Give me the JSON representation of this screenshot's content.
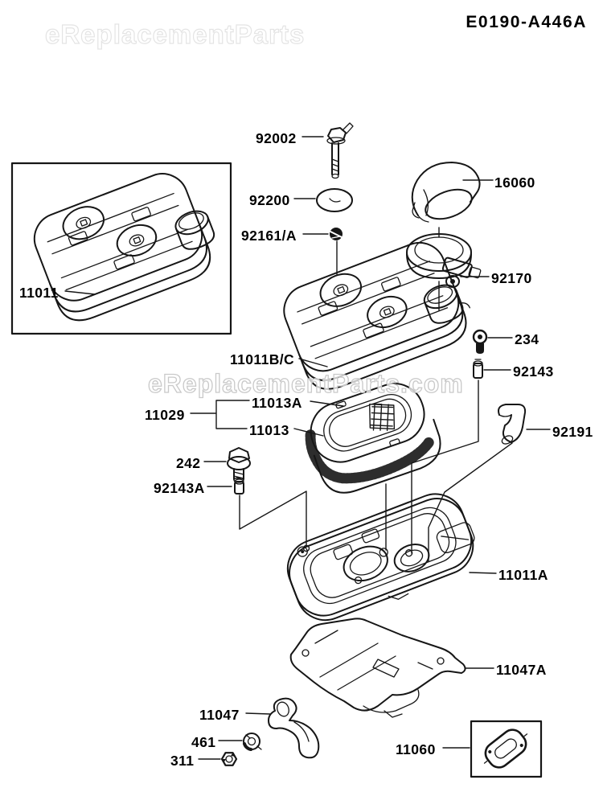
{
  "header": {
    "diagram_code": "E0190-A446A"
  },
  "watermarks": {
    "top": "eReplacementParts",
    "middle": "eReplacementParts.com"
  },
  "labels": {
    "p92002": "92002",
    "p92200": "92200",
    "p92161a": "92161/A",
    "p11011": "11011",
    "p16060": "16060",
    "p92170": "92170",
    "p234": "234",
    "p11011bc": "11011B/C",
    "p92143": "92143",
    "p11013a": "11013A",
    "p11029": "11029",
    "p11013": "11013",
    "p92191": "92191",
    "p242": "242",
    "p92143a": "92143A",
    "p11011a": "11011A",
    "p11047a": "11047A",
    "p11047": "11047",
    "p461": "461",
    "p311": "311",
    "p11060": "11060"
  },
  "colors": {
    "background": "#ffffff",
    "line": "#161616",
    "label": "#000000",
    "watermark_fill": "#ffffff",
    "watermark_outline_top": "#e4e4e4",
    "watermark_outline_mid": "#c9c9c9"
  }
}
